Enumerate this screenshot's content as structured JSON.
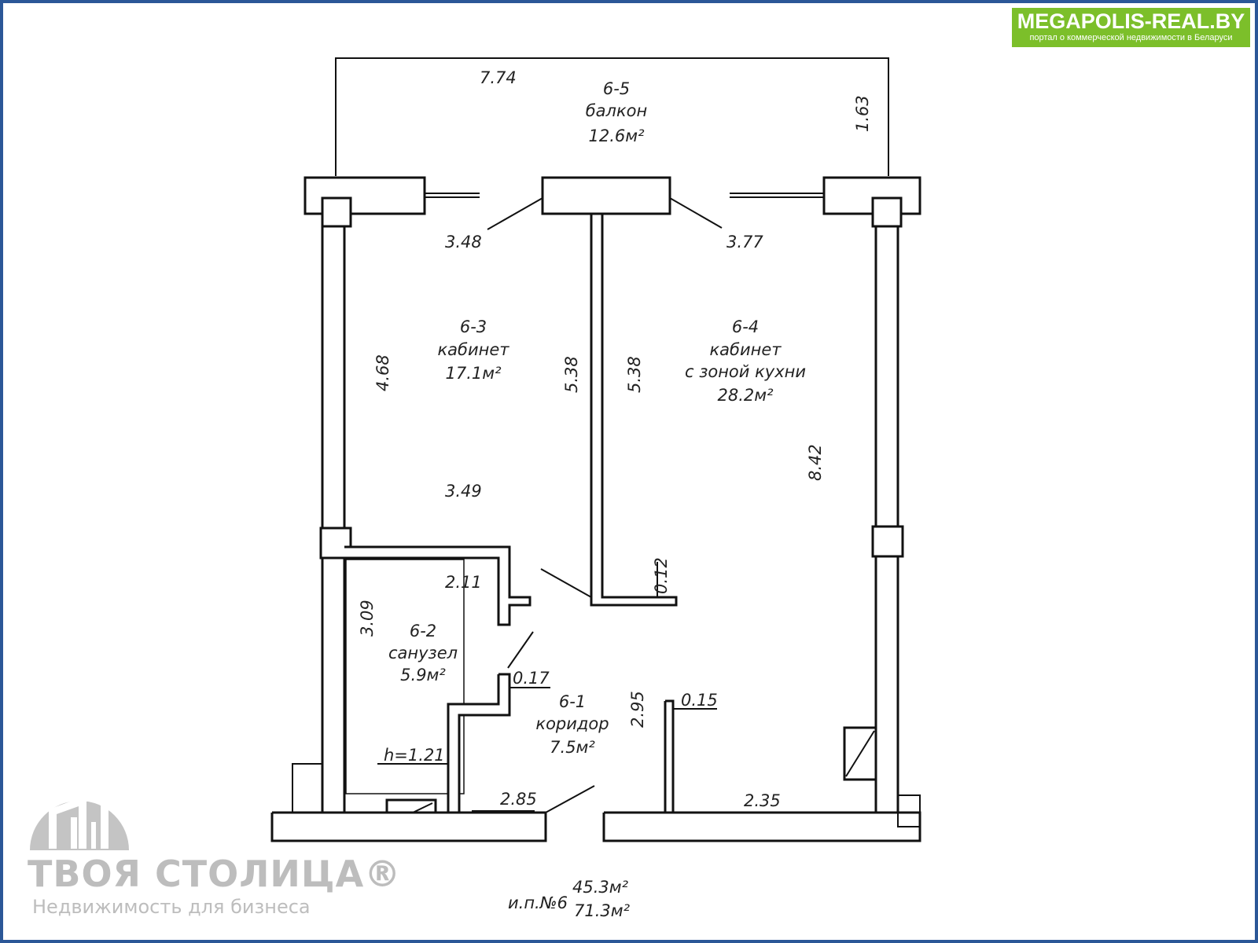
{
  "logo": {
    "title": "MEGAPOLIS-REAL.BY",
    "subtitle": "портал о коммерческой недвижимости в Беларуси"
  },
  "watermark": {
    "name": "ТВОЯ СТОЛИЦА®",
    "tagline": "Недвижимость для бизнеса"
  },
  "rooms": [
    {
      "id": "6-5",
      "name": "балкон",
      "area": "12.6м²"
    },
    {
      "id": "6-3",
      "name": "кабинет",
      "area": "17.1м²"
    },
    {
      "id": "6-4",
      "name": "кабинет",
      "name2": "с зоной кухни",
      "area": "28.2м²"
    },
    {
      "id": "6-2",
      "name": "санузел",
      "area": "5.9м²"
    },
    {
      "id": "6-1",
      "name": "коридор",
      "area": "7.5м²"
    }
  ],
  "dimensions": {
    "balcony_width": "7.74",
    "balcony_depth": "1.63",
    "left_top": "3.48",
    "right_top": "3.77",
    "left_height": "4.68",
    "mid_left": "5.38",
    "mid_right": "5.38",
    "left_width": "3.49",
    "right_height": "8.42",
    "partition": "0.12",
    "bath_width": "2.11",
    "bath_height": "3.09",
    "step1": "0.17",
    "corr_height": "2.95",
    "step2": "0.15",
    "h": "h=1.21",
    "bottom_left": "2.85",
    "bottom_right": "2.35"
  },
  "summary": {
    "unit": "и.п.№6",
    "area1": "45.3м²",
    "area2": "71.3м²"
  }
}
